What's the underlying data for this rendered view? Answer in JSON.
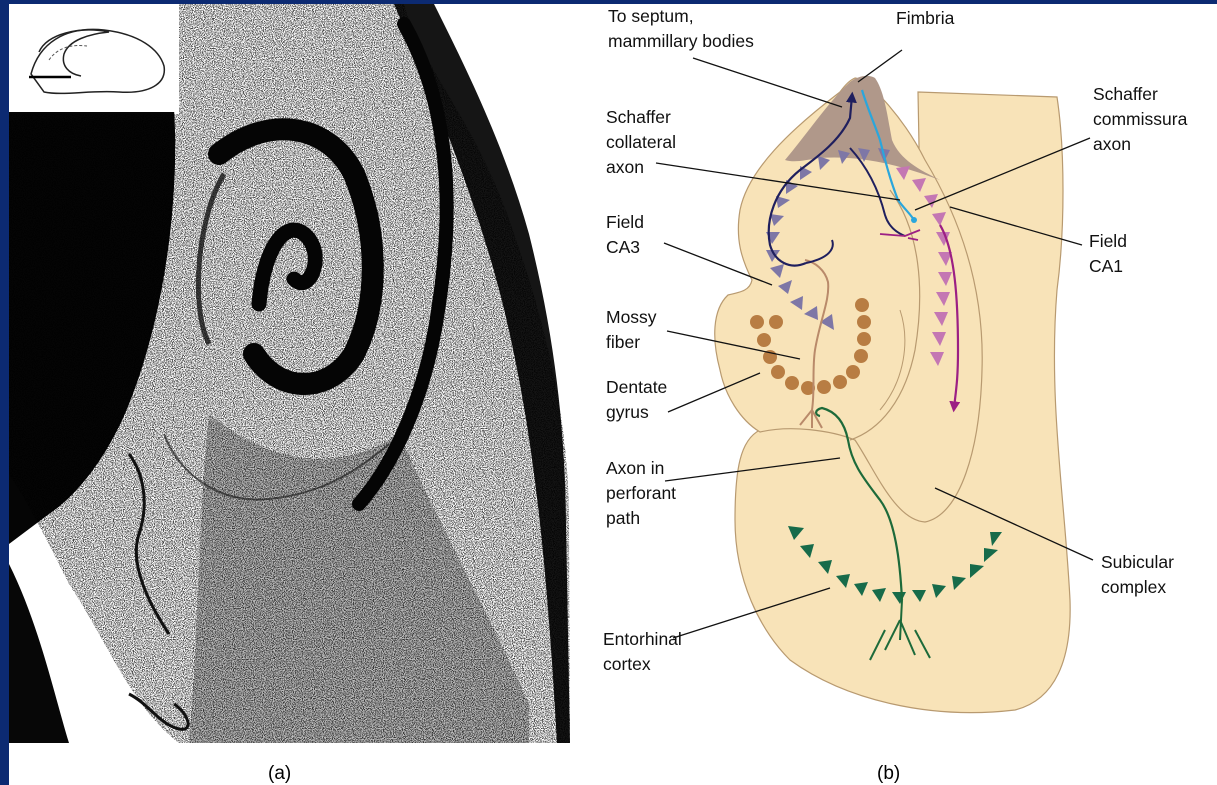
{
  "colors": {
    "frame": "#0c2a72",
    "tissue": "#f8e3b8",
    "fimbria": "#b0988a",
    "ca3_cells": "#7e77a6",
    "ca1_cells": "#c477b3",
    "dentate_cells": "#b87d43",
    "entorhinal_cells": "#176b4a",
    "schaffer_collateral_axon": "#1f1f5e",
    "commissural_axon": "#2aa6dc",
    "ca1_axon": "#9c1f84",
    "mossy_fiber": "#b98a6a",
    "perforant_axon": "#1d6a3a"
  },
  "panel_a": {
    "caption": "(a)"
  },
  "panel_b": {
    "caption": "(b)",
    "labels": {
      "septum_l1": "To septum,",
      "septum_l2": "mammillary bodies",
      "fimbria": "Fimbria",
      "schaffer_coll_l1": "Schaffer",
      "schaffer_coll_l2": "collateral",
      "schaffer_coll_l3": "axon",
      "schaffer_comm_l1": "Schaffer",
      "schaffer_comm_l2": "commissura",
      "schaffer_comm_l3": "axon",
      "ca3_l1": "Field",
      "ca3_l2": "CA3",
      "ca1_l1": "Field",
      "ca1_l2": "CA1",
      "mossy_l1": "Mossy",
      "mossy_l2": "fiber",
      "dentate_l1": "Dentate",
      "dentate_l2": "gyrus",
      "perforant_l1": "Axon in",
      "perforant_l2": "perforant",
      "perforant_l3": "path",
      "subicular_l1": "Subicular",
      "subicular_l2": "complex",
      "entorhinal_l1": "Entorhinal",
      "entorhinal_l2": "cortex"
    }
  }
}
